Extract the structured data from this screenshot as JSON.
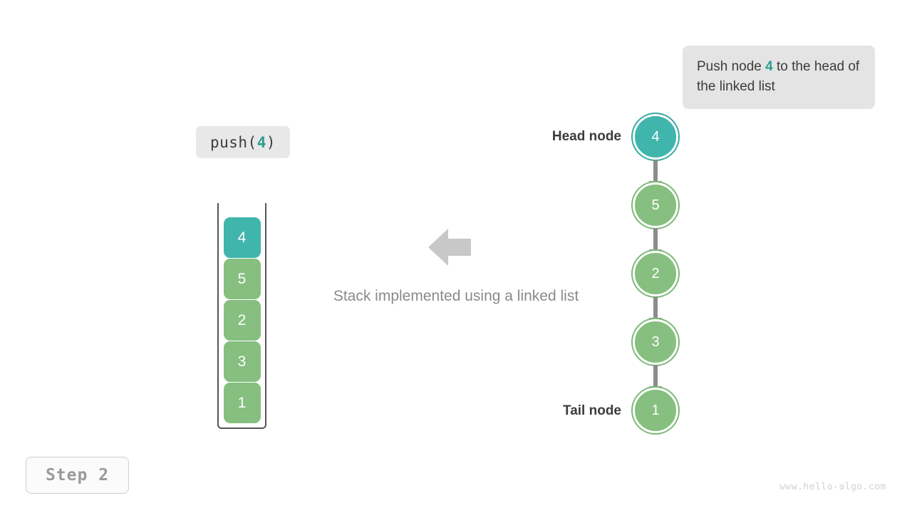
{
  "callout": {
    "text_before": "Push node ",
    "highlight": "4",
    "text_after": " to the head of the linked list"
  },
  "operation": {
    "name": "push",
    "open_paren": "(",
    "argument": "4",
    "close_paren": ")"
  },
  "caption": "Stack implemented using a linked list",
  "step_badge": "Step 2",
  "watermark": "www.hello-algo.com",
  "arrow": {
    "direction": "left",
    "color": "#c8c8c8",
    "name": "left-arrow-icon"
  },
  "stack": {
    "orientation": "vertical-top-open",
    "border_color": "#555555",
    "cells": [
      {
        "value": "4",
        "color": "#40b5ac",
        "state": "new"
      },
      {
        "value": "5",
        "color": "#86bf7f",
        "state": "existing"
      },
      {
        "value": "2",
        "color": "#86bf7f",
        "state": "existing"
      },
      {
        "value": "3",
        "color": "#86bf7f",
        "state": "existing"
      },
      {
        "value": "1",
        "color": "#86bf7f",
        "state": "existing"
      }
    ]
  },
  "linked_list": {
    "head_label": "Head node",
    "tail_label": "Tail node",
    "link_color": "#8c8c8c",
    "nodes": [
      {
        "value": "4",
        "color": "#40b5ac",
        "state": "new"
      },
      {
        "value": "5",
        "color": "#86bf7f",
        "state": "existing"
      },
      {
        "value": "2",
        "color": "#86bf7f",
        "state": "existing"
      },
      {
        "value": "3",
        "color": "#86bf7f",
        "state": "existing"
      },
      {
        "value": "1",
        "color": "#86bf7f",
        "state": "existing"
      }
    ]
  },
  "colors": {
    "accent_teal": "#40b5ac",
    "node_green": "#86bf7f",
    "callout_bg": "#e4e4e4",
    "pill_bg": "#e8e8e8",
    "text_dark": "#3c3c3c",
    "text_muted": "#8a8a8a"
  }
}
